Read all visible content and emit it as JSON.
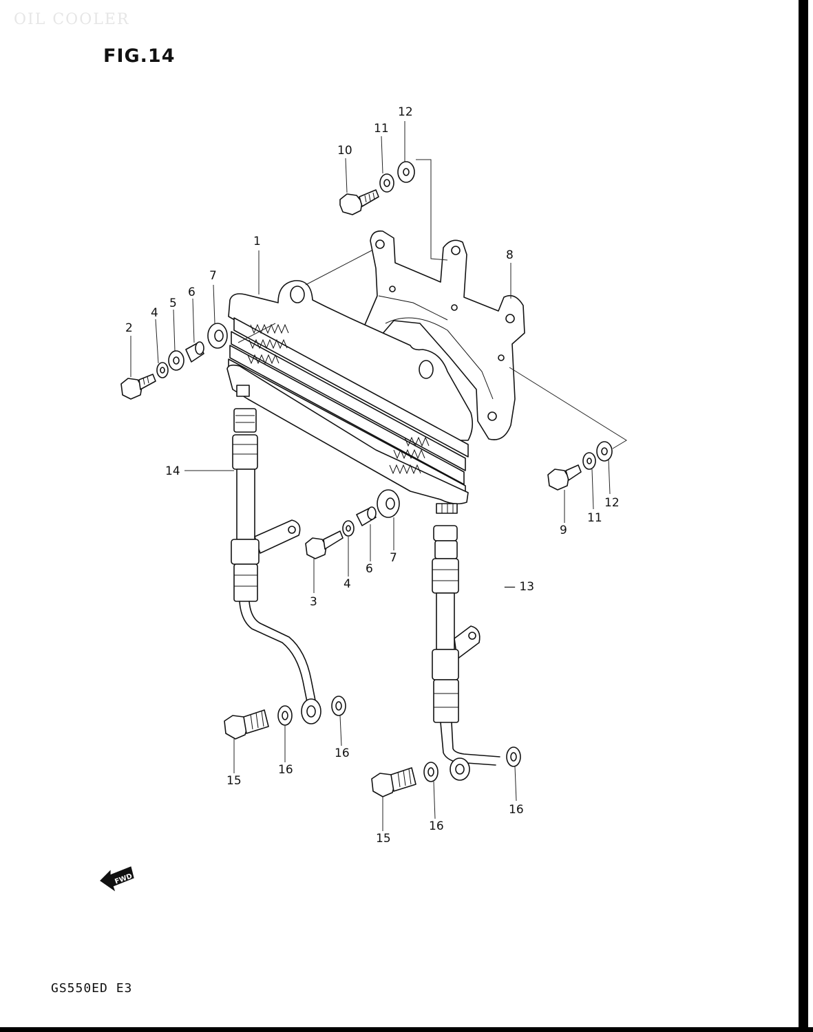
{
  "header": {
    "ghost_title": "OIL COOLER",
    "figure_title": "FIG.14"
  },
  "footer": {
    "model_code": "GS550ED E3",
    "fwd_label": "FWD"
  },
  "callouts": [
    {
      "id": "c1",
      "text": "1"
    },
    {
      "id": "c2",
      "text": "2"
    },
    {
      "id": "c3",
      "text": "3"
    },
    {
      "id": "c4a",
      "text": "4"
    },
    {
      "id": "c4b",
      "text": "4"
    },
    {
      "id": "c5",
      "text": "5"
    },
    {
      "id": "c6a",
      "text": "6"
    },
    {
      "id": "c6b",
      "text": "6"
    },
    {
      "id": "c7a",
      "text": "7"
    },
    {
      "id": "c7b",
      "text": "7"
    },
    {
      "id": "c8",
      "text": "8"
    },
    {
      "id": "c9",
      "text": "9"
    },
    {
      "id": "c10",
      "text": "10"
    },
    {
      "id": "c11a",
      "text": "11"
    },
    {
      "id": "c11b",
      "text": "11"
    },
    {
      "id": "c12a",
      "text": "12"
    },
    {
      "id": "c12b",
      "text": "12"
    },
    {
      "id": "c13",
      "text": "— 13"
    },
    {
      "id": "c14",
      "text": "14"
    },
    {
      "id": "c15a",
      "text": "15"
    },
    {
      "id": "c15b",
      "text": "15"
    },
    {
      "id": "c16a",
      "text": "16"
    },
    {
      "id": "c16b",
      "text": "16"
    },
    {
      "id": "c16c",
      "text": "16"
    },
    {
      "id": "c16d",
      "text": "16"
    }
  ]
}
